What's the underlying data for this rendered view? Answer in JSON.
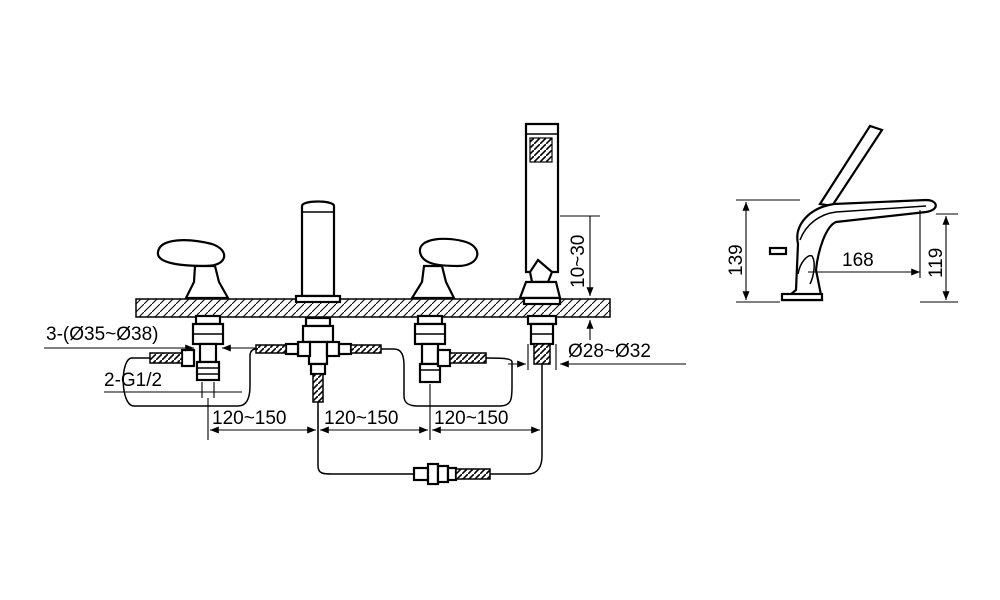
{
  "labels": {
    "inlet_holes": "3-(Ø35~Ø38)",
    "thread": "2-G1/2",
    "spacing_1": "120~150",
    "spacing_2": "120~150",
    "spacing_3": "120~150",
    "deck_thickness": "10~30",
    "shower_hole": "Ø28~Ø32",
    "side_height_total": "139",
    "side_height_spout": "119",
    "side_reach": "168"
  },
  "colors": {
    "line": "#000000",
    "background": "#ffffff"
  }
}
